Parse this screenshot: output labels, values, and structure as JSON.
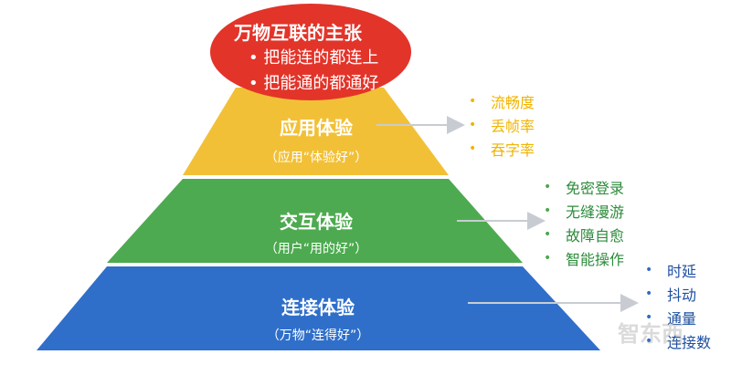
{
  "colors": {
    "oval": "#e3342a",
    "tier_app": "#f2c037",
    "tier_interaction": "#4daa50",
    "tier_connection": "#2f6fca",
    "arrow": "#c8ccd2",
    "bullet_app": "#f0b400",
    "bullet_interaction": "#2e8b3c",
    "bullet_connection": "#1d4fa0"
  },
  "oval": {
    "title": "万物互联的主张",
    "bullets": [
      "把能连的都连上",
      "把能通的都通好"
    ]
  },
  "tiers": [
    {
      "title": "应用体验",
      "subtitle": "（应用“体验好”）",
      "bullets": [
        "流畅度",
        "丢帧率",
        "吞字率"
      ]
    },
    {
      "title": "交互体验",
      "subtitle": "（用户“用的好”）",
      "bullets": [
        "免密登录",
        "无缝漫游",
        "故障自愈",
        "智能操作"
      ]
    },
    {
      "title": "连接体验",
      "subtitle": "（万物“连得好”）",
      "bullets": [
        "时延",
        "抖动",
        "通量",
        "连接数"
      ]
    }
  ],
  "bullet_marker": "•",
  "watermark": "智东西"
}
